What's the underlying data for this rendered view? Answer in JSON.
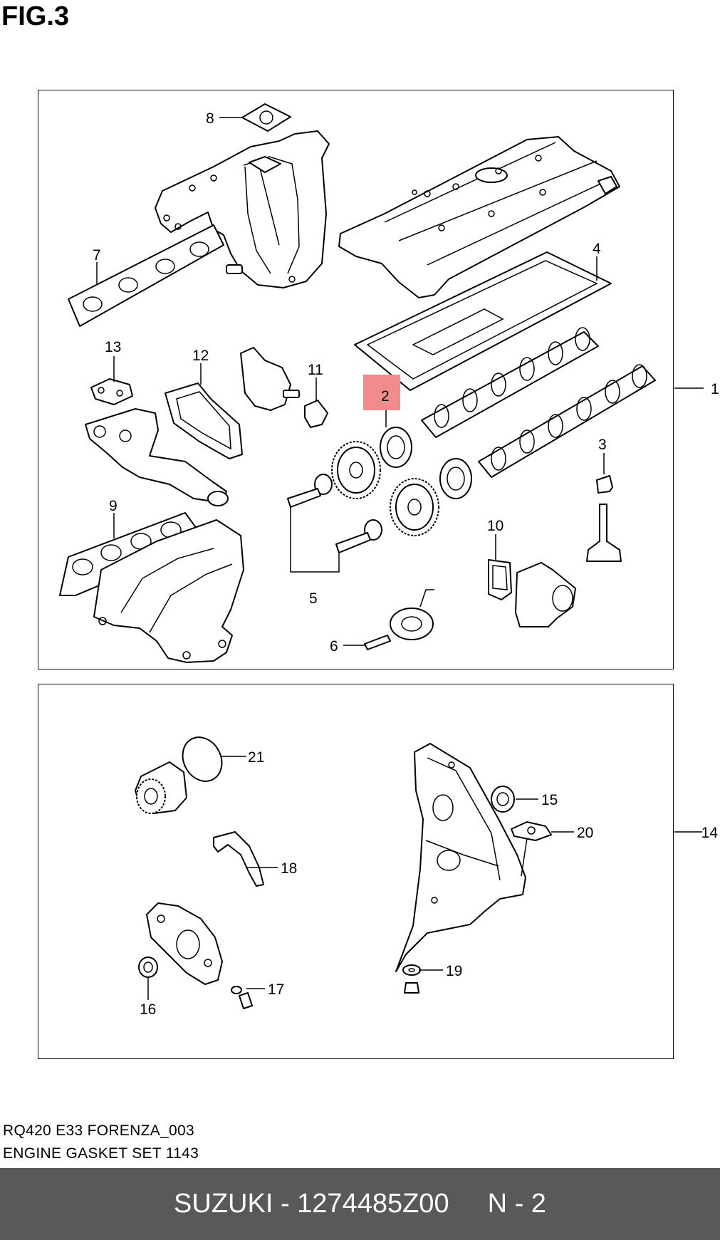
{
  "figure": {
    "title": "FIG.3"
  },
  "callouts": {
    "c1": "1",
    "c2": "2",
    "c3": "3",
    "c4": "4",
    "c5": "5",
    "c6": "6",
    "c7": "7",
    "c8": "8",
    "c9": "9",
    "c10": "10",
    "c11": "11",
    "c12": "12",
    "c13": "13",
    "c14": "14",
    "c15": "15",
    "c16": "16",
    "c17": "17",
    "c18": "18",
    "c19": "19",
    "c20": "20",
    "c21": "21"
  },
  "caption": {
    "line1": "RQ420 E33 FORENZA_003",
    "line2": "ENGINE GASKET SET 1143"
  },
  "footer": {
    "part_code": "SUZUKI - 1274485Z00",
    "page": "N - 2"
  },
  "highlight": {
    "callout": "2",
    "color": "#f28b8b"
  }
}
